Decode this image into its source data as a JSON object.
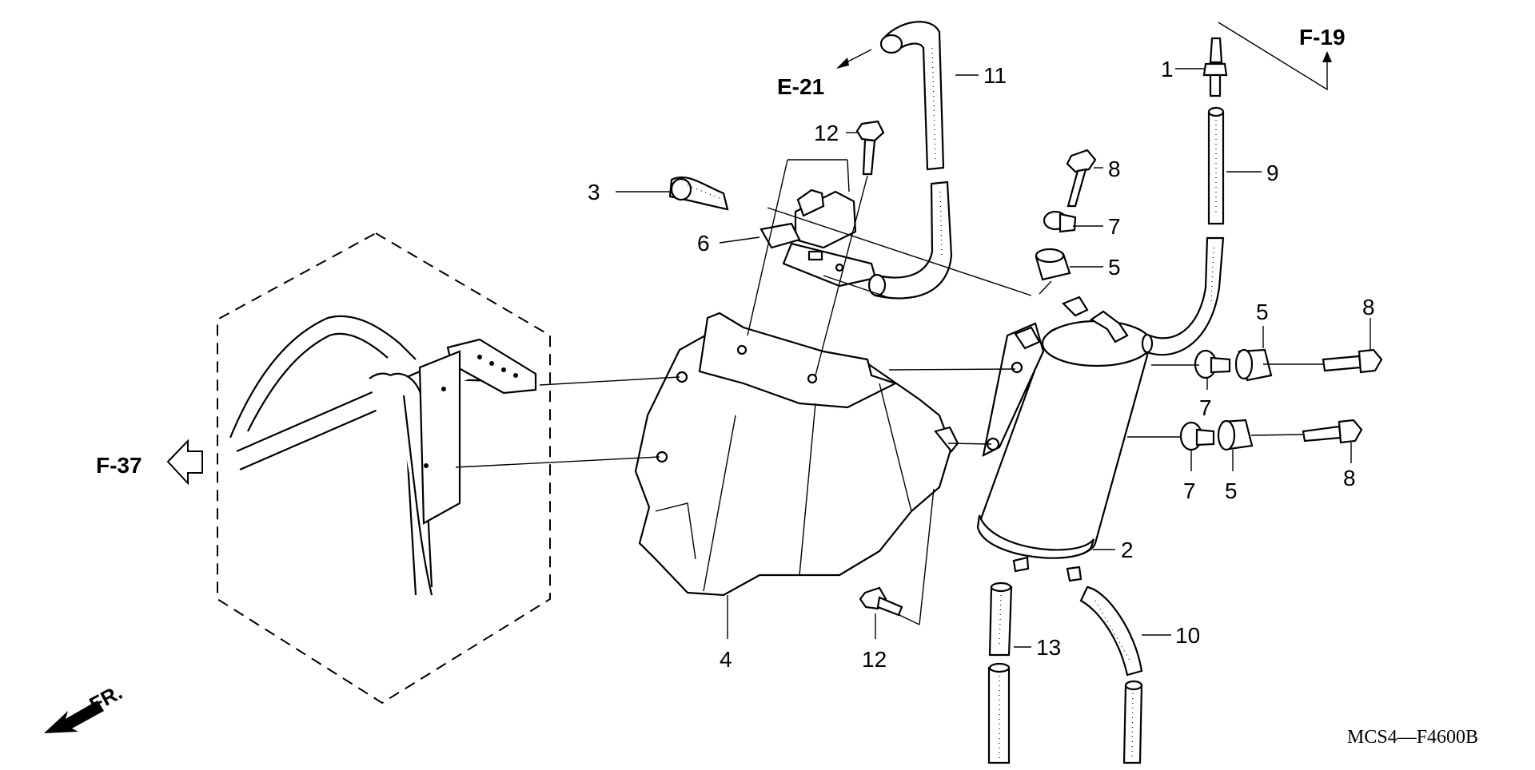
{
  "callouts": {
    "c1": "1",
    "c2": "2",
    "c3": "3",
    "c4": "4",
    "c5a": "5",
    "c5b": "5",
    "c5c": "5",
    "c6": "6",
    "c7a": "7",
    "c7b": "7",
    "c7c": "7",
    "c8a": "8",
    "c8b": "8",
    "c8c": "8",
    "c9": "9",
    "c10": "10",
    "c11": "11",
    "c12a": "12",
    "c12b": "12",
    "c13": "13"
  },
  "references": {
    "e21": "E-21",
    "f19": "F-19",
    "f37": "F-37"
  },
  "direction_label": "FR.",
  "diagram_code": "MCS4—F4600B"
}
